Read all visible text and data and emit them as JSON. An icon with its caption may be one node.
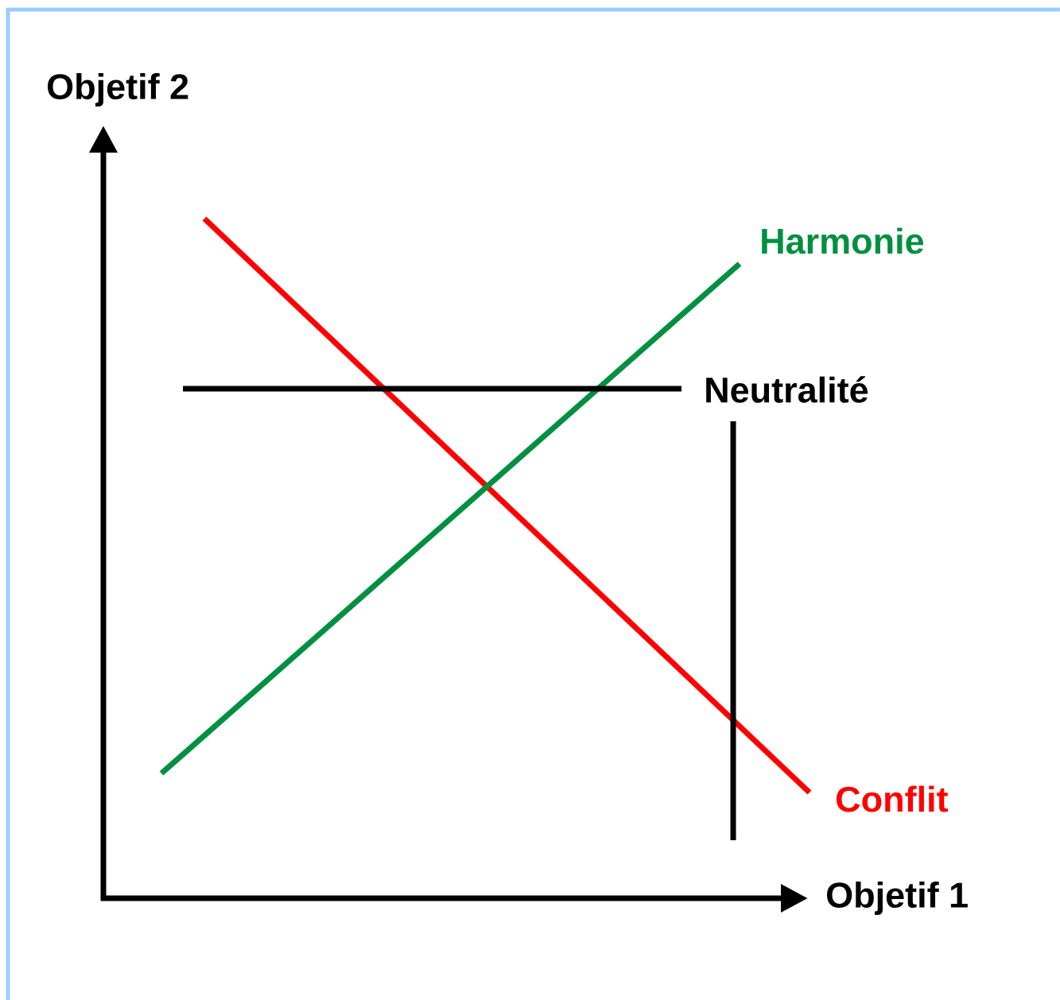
{
  "diagram": {
    "labels": [
      "Objetif 2",
      "Harmonie",
      "Neutralité",
      "Conflit",
      "Objetif 1"
    ]
  }
}
